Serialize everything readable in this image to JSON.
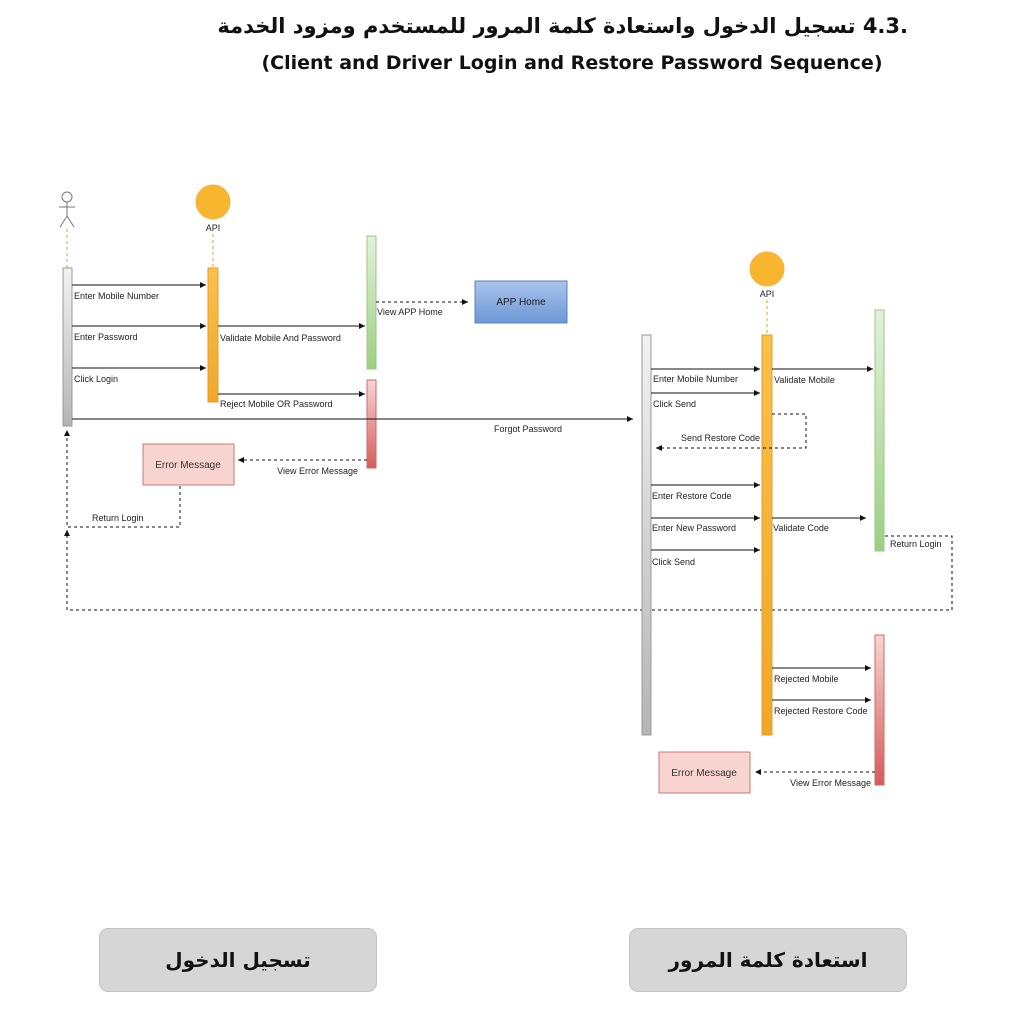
{
  "header": {
    "title_ar": ".4.3   تسجيل الدخول واستعادة كلمة المرور للمستخدم ومزود الخدمة",
    "title_en": "(Client and Driver Login and Restore Password Sequence)"
  },
  "login": {
    "api_label": "API",
    "msg_enter_mobile": "Enter Mobile Number",
    "msg_enter_password": "Enter Password",
    "msg_click_login": "Click Login",
    "msg_validate": "Validate Mobile And Password",
    "msg_reject": "Reject Mobile OR Password",
    "msg_view_home": "View APP Home",
    "app_home": "APP Home",
    "msg_view_error": "View Error Message",
    "error_box": "Error Message",
    "msg_return_login": "Return Login",
    "msg_forgot": "Forgot Password"
  },
  "restore": {
    "api_label": "API",
    "msg_enter_mobile": "Enter Mobile Number",
    "msg_validate_mobile": "Validate Mobile",
    "msg_click_send": "Click Send",
    "msg_send_code": "Send Restore Code",
    "msg_enter_code": "Enter Restore Code",
    "msg_enter_new_pass": "Enter New Password",
    "msg_validate_code": "Validate Code",
    "msg_return_login": "Return Login",
    "msg_click_send_2": "Click Send",
    "msg_rejected_mobile": "Rejected Mobile",
    "msg_rejected_code": "Rejected Restore Code",
    "msg_view_error": "View Error Message",
    "error_box": "Error Message"
  },
  "footer": {
    "left_label": "تسجيل الدخول",
    "right_label": "استعادة كلمة المرور"
  },
  "colors": {
    "api_circle": "#f8b52e",
    "api_bar": "#f6b535",
    "success_bar": "#cfe6c3",
    "error_bar": "#e58f8f",
    "app_home_box": "#7ea5dc",
    "error_box": "#f8d4d0",
    "footer_bg": "#d6d6d6"
  }
}
